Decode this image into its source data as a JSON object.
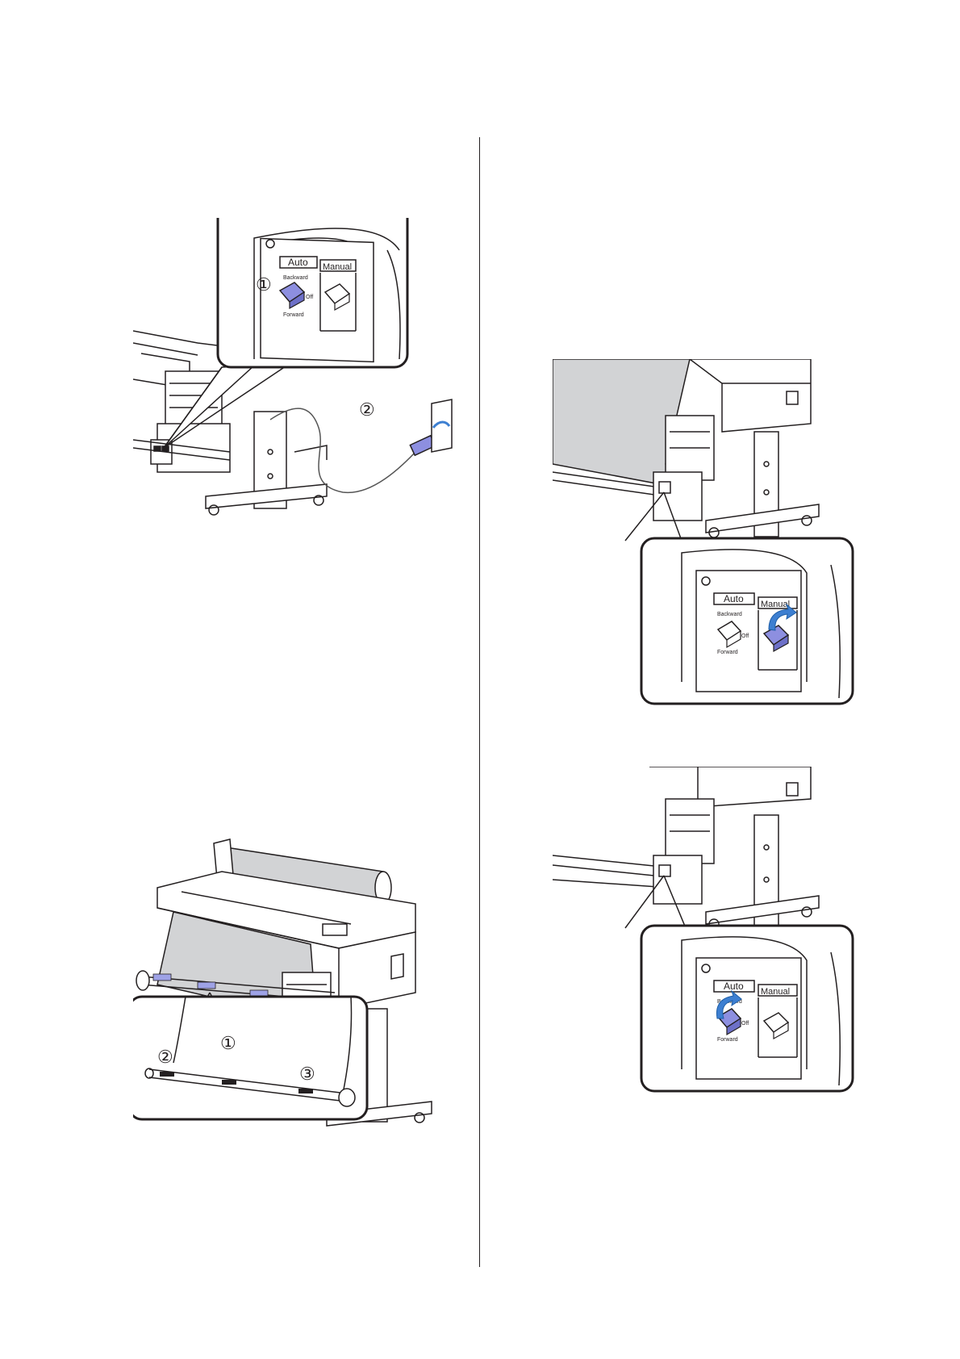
{
  "panel": {
    "auto_label": "Auto",
    "manual_label": "Manual",
    "backward": "Backward",
    "forward": "Forward",
    "off": "Off"
  },
  "callouts": {
    "one": "①",
    "two": "②",
    "three": "③"
  },
  "colors": {
    "line": "#231f20",
    "switch_active": "#8d8fe0",
    "arrow": "#3d7fd1",
    "paper": "#d2d3d5",
    "tape": "#9ea2e6"
  }
}
